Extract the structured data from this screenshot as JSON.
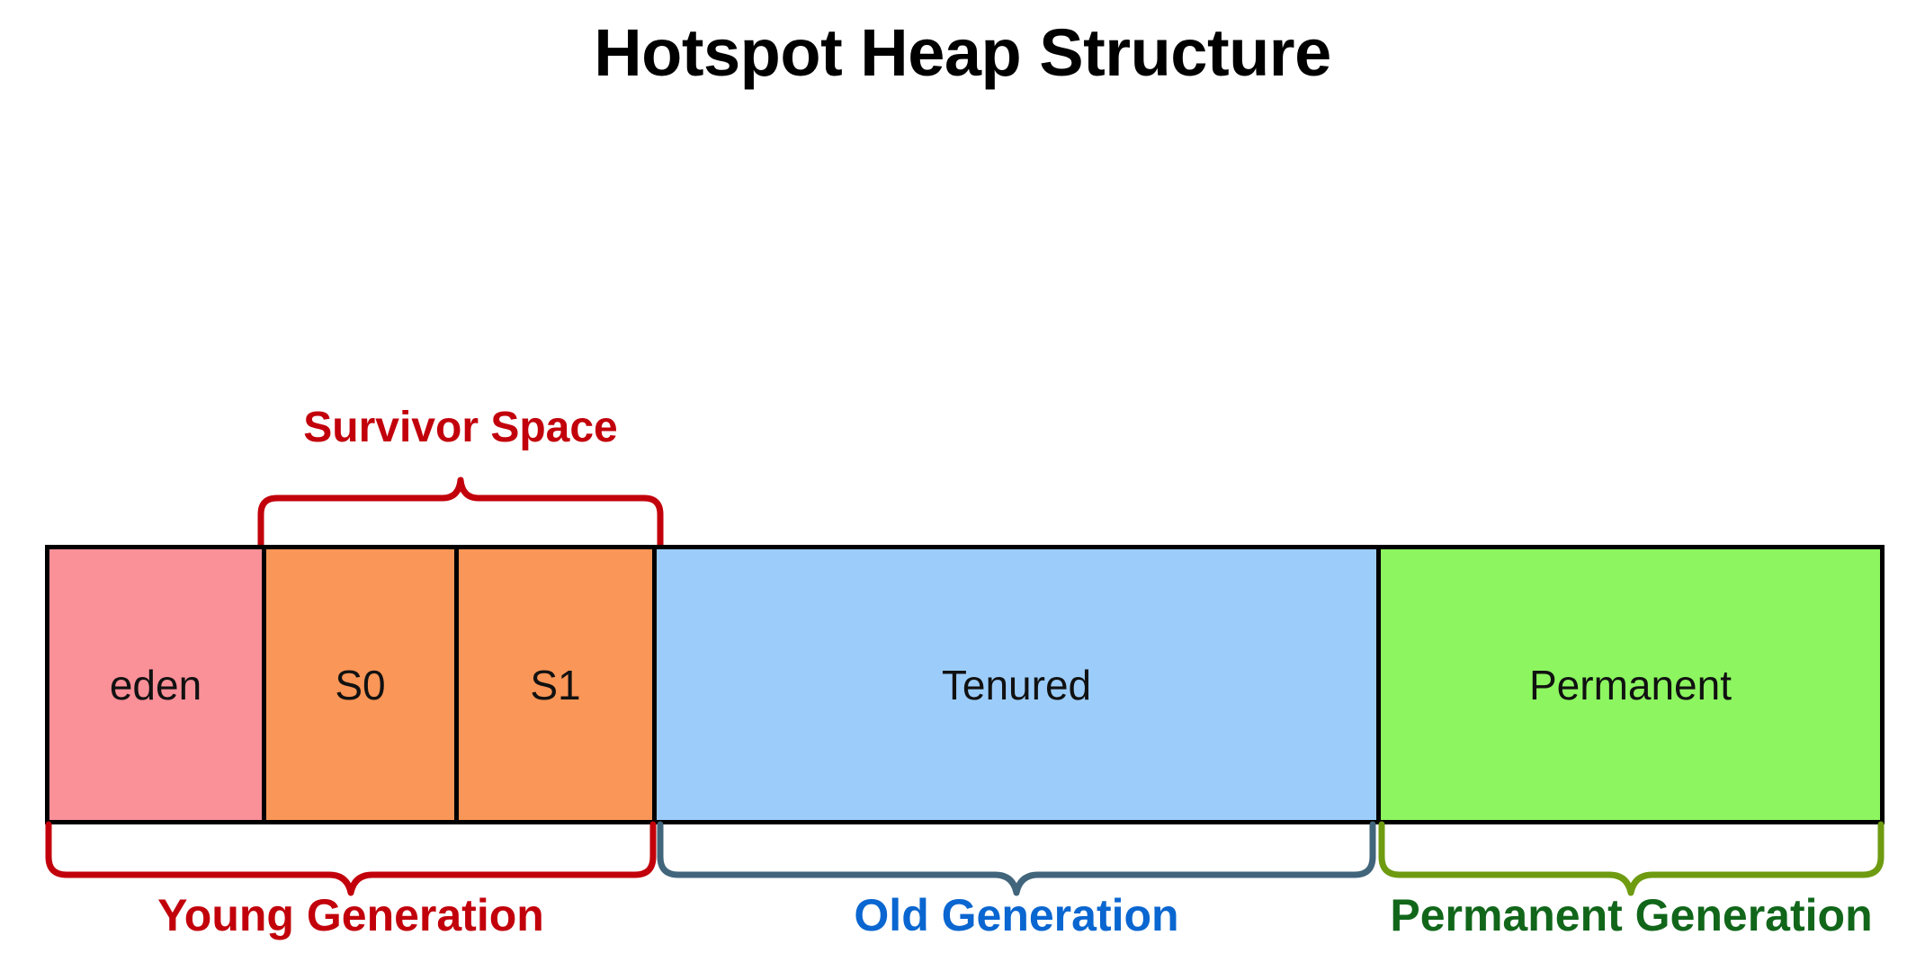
{
  "title": "Hotspot Heap Structure",
  "heap": {
    "segments": [
      {
        "name": "eden",
        "label": "eden",
        "color": "#FA9098"
      },
      {
        "name": "s0",
        "label": "S0",
        "color": "#FA9657"
      },
      {
        "name": "s1",
        "label": "S1",
        "color": "#FA9657"
      },
      {
        "name": "tenured",
        "label": "Tenured",
        "color": "#9CCDFA"
      },
      {
        "name": "permanent",
        "label": "Permanent",
        "color": "#8CF560"
      }
    ]
  },
  "annotations": {
    "survivor_space": {
      "label": "Survivor Space",
      "color": "#C2000B",
      "brace_color": "#C2000B",
      "position": "above",
      "spans": [
        "S0",
        "S1"
      ]
    },
    "young_generation": {
      "label": "Young Generation",
      "color": "#C2000B",
      "brace_color": "#C2000B",
      "position": "below",
      "spans": [
        "eden",
        "S0",
        "S1"
      ]
    },
    "old_generation": {
      "label": "Old Generation",
      "color": "#0A66D0",
      "brace_color": "#41657B",
      "position": "below",
      "spans": [
        "Tenured"
      ]
    },
    "permanent_generation": {
      "label": "Permanent Generation",
      "color": "#11661A",
      "brace_color": "#6E9B10",
      "position": "below",
      "spans": [
        "Permanent"
      ]
    }
  },
  "colors": {
    "background": "#FFFFFF",
    "outline": "#000000",
    "text": "#111111"
  }
}
